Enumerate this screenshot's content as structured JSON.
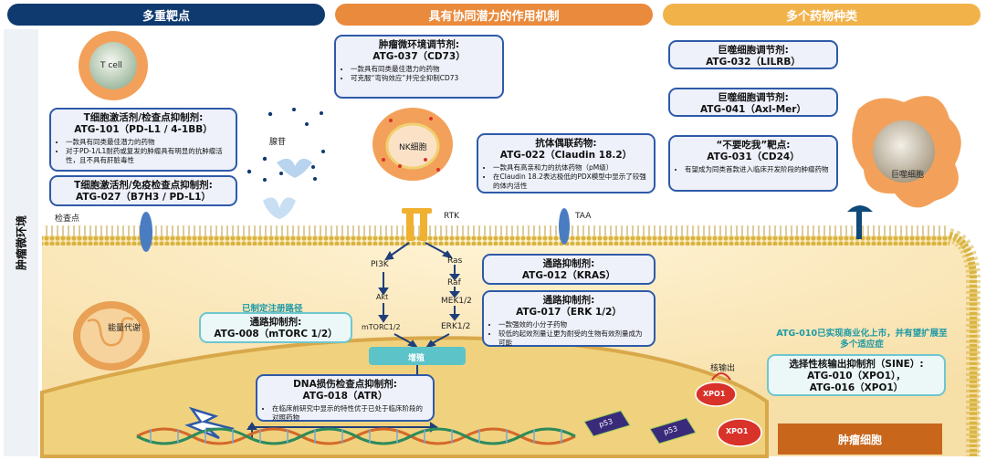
{
  "headers": {
    "targets": "多重靶点",
    "mechanism": "具有协同潜力的作用机制",
    "drug_types": "多个药物种类"
  },
  "sidebar_label": "肿瘤微环境",
  "cells": {
    "tcell": "T cell",
    "nk": "NK细胞",
    "macrophage": "巨噬细胞"
  },
  "labels": {
    "adenosine": "腺苷",
    "checkpoint": "检查点",
    "rtk": "RTK",
    "taa": "TAA",
    "pi3k": "PI3K",
    "akt": "Akt",
    "mtorc": "mTORC1/2",
    "ras": "Ras",
    "raf": "Raf",
    "mek": "MEK1/2",
    "erk": "ERK1/2",
    "proliferation": "增殖",
    "energy": "能量代谢",
    "registration": "已制定注册路径",
    "nuclear_export": "核输出",
    "xpo1": "XPO1",
    "p53": "p53",
    "tumor_cell": "肿瘤细胞",
    "atg010_note": "ATG-010已实现商业化上市，并有望扩展至多个适应症"
  },
  "boxes": {
    "atg101": {
      "title": "T细胞激活剂/检查点抑制剂:",
      "name": "ATG-101（PD-L1 / 4-1BB）",
      "bullets": [
        "一款具有同类最佳潜力的药物",
        "对于PD-1/L1耐药或复发的肿瘤具有明显的抗肿瘤活性，且不具有肝脏毒性"
      ]
    },
    "atg027": {
      "title": "T细胞激活剂/免疫检查点抑制剂:",
      "name": "ATG-027（B7H3 / PD-L1）"
    },
    "atg037": {
      "title": "肿瘤微环境调节剂:",
      "name": "ATG-037（CD73）",
      "bullets": [
        "一款具有同类最佳潜力的药物",
        "可克服“弯钩效应”并完全抑制CD73"
      ]
    },
    "atg022": {
      "title": "抗体偶联药物:",
      "name": "ATG-022（Claudin 18.2）",
      "bullets": [
        "一款具有高亲和力的抗体药物（pM级）",
        "在Claudin 18.2表达极低的PDX模型中显示了较强的体内活性"
      ]
    },
    "atg012": {
      "title": "通路抑制剂:",
      "name": "ATG-012（KRAS）"
    },
    "atg017": {
      "title": "通路抑制剂:",
      "name": "ATG-017（ERK 1/2）",
      "bullets": [
        "一款强效的小分子药物",
        "较低的起效剂量让更为耐受的生物有效剂量成为可能"
      ]
    },
    "atg008": {
      "title": "通路抑制剂:",
      "name": "ATG-008（mTORC 1/2）"
    },
    "atg018": {
      "title": "DNA损伤检查点抑制剂:",
      "name": "ATG-018（ATR）",
      "bullets": [
        "在临床前研究中显示的特性优于已处于临床阶段的对照药物"
      ]
    },
    "atg032": {
      "title": "巨噬细胞调节剂:",
      "name": "ATG-032（LILRB）"
    },
    "atg041": {
      "title": "巨噬细胞调节剂:",
      "name": "ATG-041（Axl-Mer）"
    },
    "atg031": {
      "title": "“不要吃我”靶点:",
      "name": "ATG-031（CD24）",
      "bullets": [
        "有望成为同类首款进入临床开发阶段的肿瘤药物"
      ]
    },
    "atg010": {
      "title": "选择性核输出抑制剂（SINE）:",
      "name": "ATG-010（XPO1），",
      "name2": "ATG-016（XPO1）"
    }
  },
  "colors": {
    "header_navy": "#0f3a70",
    "header_orange": "#ea8a3c",
    "header_gold": "#f2b24a",
    "box_border": "#2e5aa8",
    "teal": "#6fc6cf",
    "tumor_label_bg": "#c8661c"
  }
}
